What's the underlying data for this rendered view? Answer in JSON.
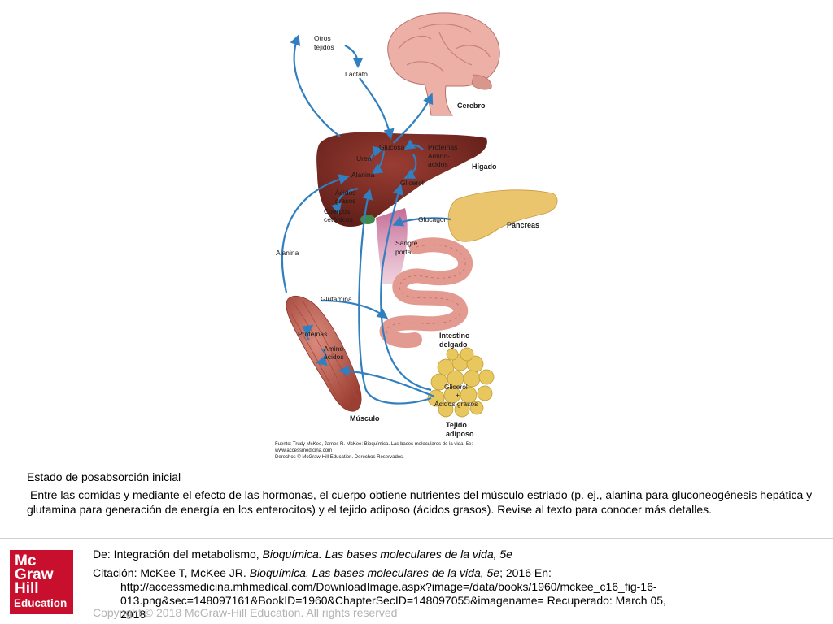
{
  "labels": {
    "otros_tejidos_1": "Otros",
    "otros_tejidos_2": "tejidos",
    "lactato": "Lactato",
    "cerebro": "Cerebro",
    "glucosa": "Glucosa",
    "proteinas_higado": "Proteínas",
    "urea": "Urea",
    "aminoacidos_higado_1": "Amino-",
    "aminoacidos_higado_2": "ácidos",
    "higado": "Hígado",
    "alanina_higado": "Alanina",
    "glicerol_higado": "Glicerol",
    "acidos_grasos_1": "Ácidos",
    "acidos_grasos_2": "grasos",
    "cuerpos_cetonicos_1": "Cuerpos",
    "cuerpos_cetonicos_2": "cetónicos",
    "glucagon": "Glucagon",
    "pancreas": "Páncreas",
    "sangre_portal_1": "Sangre",
    "sangre_portal_2": "portal",
    "alanina_lado": "Alanina",
    "glutamina": "Glutamina",
    "proteinas_musculo": "Proteínas",
    "aminoacidos_musculo_1": "Amino-",
    "aminoacidos_musculo_2": "ácidos",
    "intestino_1": "Intestino",
    "intestino_2": "delgado",
    "glicerol_adiposo": "Glicerol",
    "plus": "+",
    "acidos_grasos_adiposo": "Ácidos grasos",
    "musculo": "Músculo",
    "tejido_adiposo_1": "Tejido",
    "tejido_adiposo_2": "adiposo"
  },
  "source_note": {
    "line1": "Fuente: Trudy McKee, James R. McKee: Bioquímica. Las bases moleculares de la vida, 5e:",
    "line2": "www.accessmedicina.com",
    "line3": "Derechos © McGraw-Hill Education. Derechos Reservados."
  },
  "caption": {
    "title": "Estado de posabsorción inicial",
    "body": "Entre las comidas y mediante el efecto de las hormonas, el cuerpo obtiene nutrientes del músculo estriado (p. ej., alanina para gluconeogénesis hepática y glutamina para generación de energía en los enterocitos) y el tejido adiposo (ácidos grasos). Revise al texto para conocer más detalles."
  },
  "logo": {
    "line1": "Mc",
    "line2": "Graw",
    "line3": "Hill",
    "line4": "Education"
  },
  "footer": {
    "from_prefix": "De: Integración del metabolismo, ",
    "from_title": "Bioquímica. Las bases moleculares de la vida, 5e",
    "cite_prefix": "Citación: McKee T, McKee JR. ",
    "cite_title": "Bioquímica. Las bases moleculares de la vida, 5e",
    "cite_suffix": "; 2016 En:",
    "cite_url_1": "http://accessmedicina.mhmedical.com/DownloadImage.aspx?image=/data/books/1960/mckee_c16_fig-16-",
    "cite_url_2": "013.png&sec=148097161&BookID=1960&ChapterSecID=148097055&imagename= Recuperado: March 05, 2018",
    "copyright": "Copyright © 2018 McGraw-Hill Education. All rights reserved"
  },
  "colors": {
    "arrow": "#2f7fc1",
    "liver": "#7a2a22",
    "brain": "#e8a8a0",
    "pancreas": "#e8c06a",
    "intestine": "#e79a92",
    "muscle": "#c8685a",
    "adipose": "#e5c75a",
    "logo": "#c8102e"
  }
}
